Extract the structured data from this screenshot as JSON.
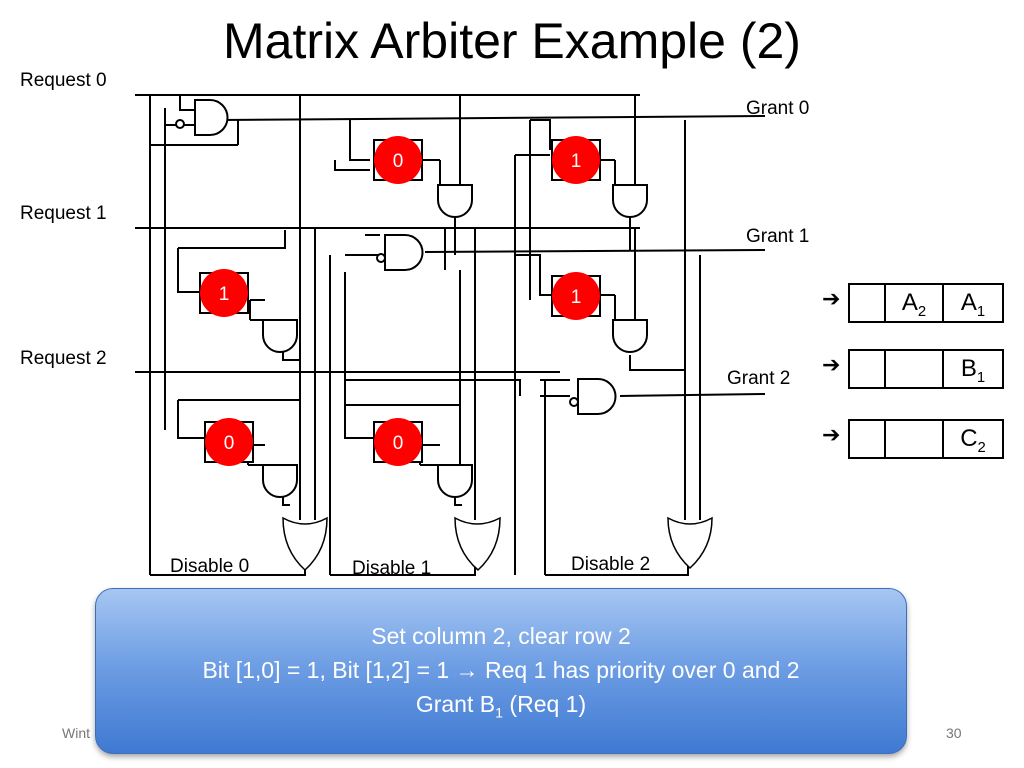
{
  "title": "Matrix Arbiter Example (2)",
  "requests": [
    "Request 0",
    "Request 1",
    "Request 2"
  ],
  "grants": [
    "Grant 0",
    "Grant 1",
    "Grant 2"
  ],
  "disables": [
    "Disable 0",
    "Disable 1",
    "Disable 2"
  ],
  "matrix_bits": {
    "r0c1": "0",
    "r0c2": "1",
    "r1c0": "1",
    "r1c2": "1",
    "r2c0": "0",
    "r2c1": "0"
  },
  "queues": [
    {
      "cells": [
        "",
        "A",
        "A"
      ],
      "subs": [
        "",
        "2",
        "1"
      ]
    },
    {
      "cells": [
        "",
        "",
        "B"
      ],
      "subs": [
        "",
        "",
        "1"
      ]
    },
    {
      "cells": [
        "",
        "",
        "C"
      ],
      "subs": [
        "",
        "",
        "2"
      ]
    }
  ],
  "callout": {
    "line1": "Set column 2, clear row 2",
    "line2": "Bit [1,0] = 1, Bit [1,2] = 1 → Req 1 has priority over 0 and 2",
    "line3_main": "Grant B",
    "line3_sub": "1",
    "line3_tail": " (Req 1)"
  },
  "footer": {
    "left": "Wint",
    "page": "30"
  },
  "colors": {
    "bit_circle": "#ff0000",
    "callout_top": "#a7c6f2",
    "callout_bottom": "#3f79d2"
  }
}
